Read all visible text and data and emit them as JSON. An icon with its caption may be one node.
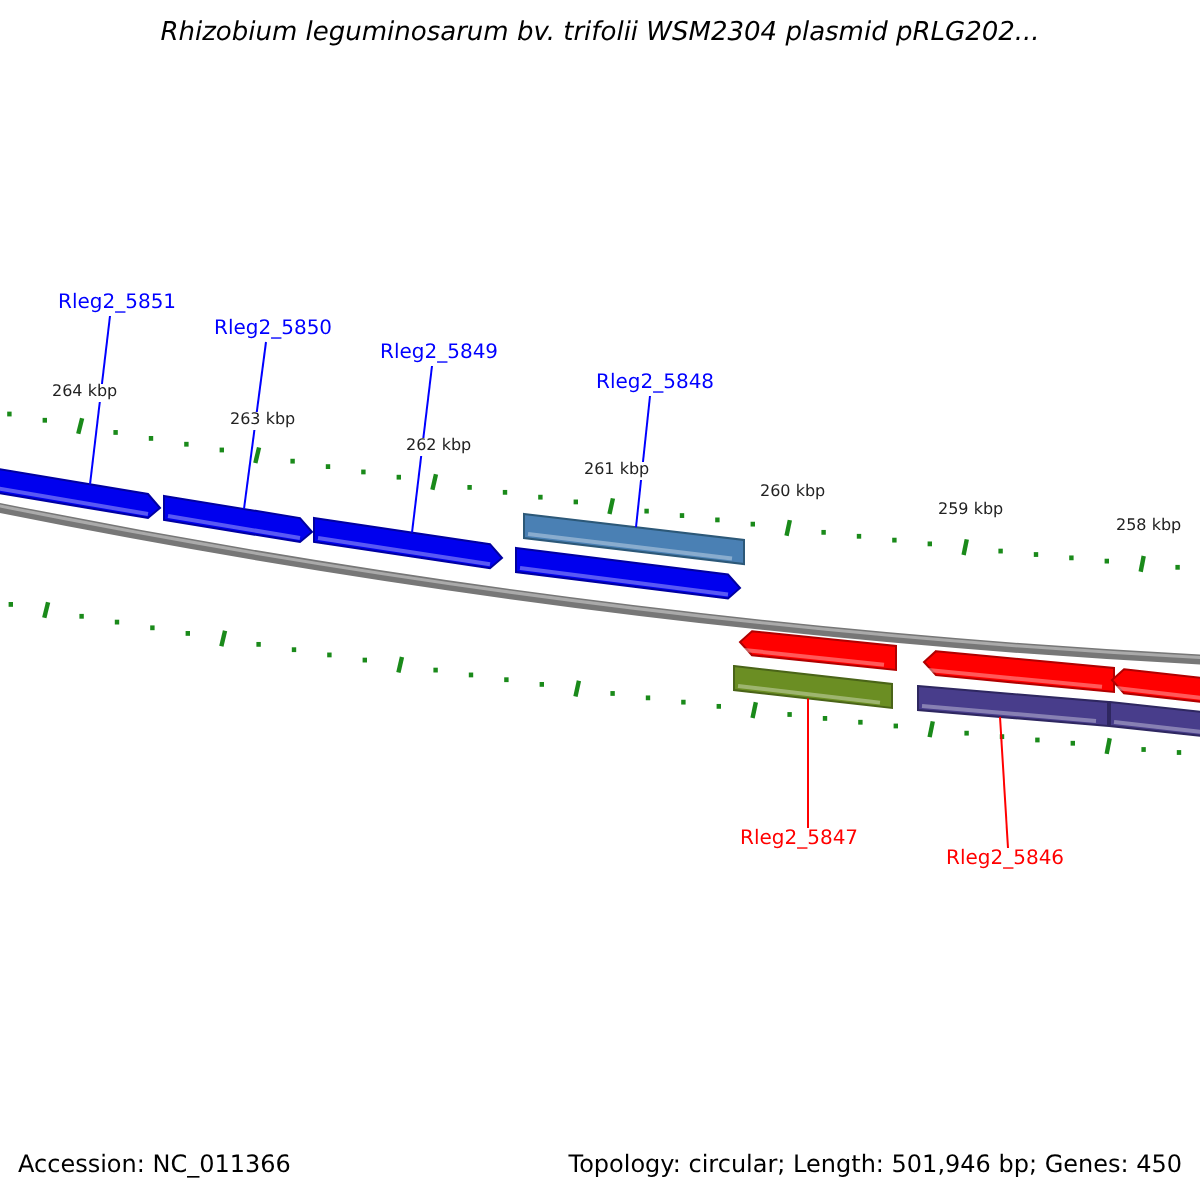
{
  "diagram": {
    "title": "Rhizobium leguminosarum bv. trifolii WSM2304 plasmid pRLG202...",
    "nodes": [
      {
        "text": [
          "Rleg2_5851"
        ]
      },
      {
        "text": [
          "Rleg2_5850"
        ]
      },
      {
        "text": [
          "Rleg2_5849"
        ]
      },
      {
        "text": [
          "Rleg2_5848"
        ]
      },
      {
        "text": [
          "Rleg2_5847"
        ]
      },
      {
        "text": [
          "Rleg2_5846"
        ]
      },
      {
        "text": [],
        "shape": "arrow"
      },
      {
        "text": [],
        "shape": "arrow"
      },
      {
        "text": [],
        "shape": "arrow"
      },
      {
        "text": [],
        "shape": "bar"
      },
      {
        "text": [],
        "shape": "arrow"
      },
      {
        "text": [],
        "shape": "arrow"
      },
      {
        "text": [],
        "shape": "bar"
      },
      {
        "text": [],
        "shape": "arrow"
      },
      {
        "text": [],
        "shape": "arrow"
      },
      {
        "text": [],
        "shape": "bar"
      },
      {
        "text": [],
        "shape": "bar"
      }
    ],
    "edges": [
      {
        "from": 0,
        "to": 6,
        "arrow": "none"
      },
      {
        "from": 1,
        "to": 7,
        "arrow": "none"
      },
      {
        "from": 2,
        "to": 8,
        "arrow": "none"
      },
      {
        "from": 3,
        "to": 9,
        "arrow": "none"
      },
      {
        "from": 4,
        "to": 12,
        "arrow": "none",
        "color": "#ff0000"
      },
      {
        "from": 5,
        "to": 15,
        "arrow": "none",
        "color": "#ff0000"
      }
    ],
    "labels": [
      "264 kbp",
      "263 kbp",
      "262 kbp",
      "261 kbp",
      "260 kbp",
      "259 kbp",
      "258 kbp",
      "Accession: NC_011366",
      "Topology: circular; Length: 501,946 bp; Genes: 450"
    ]
  }
}
